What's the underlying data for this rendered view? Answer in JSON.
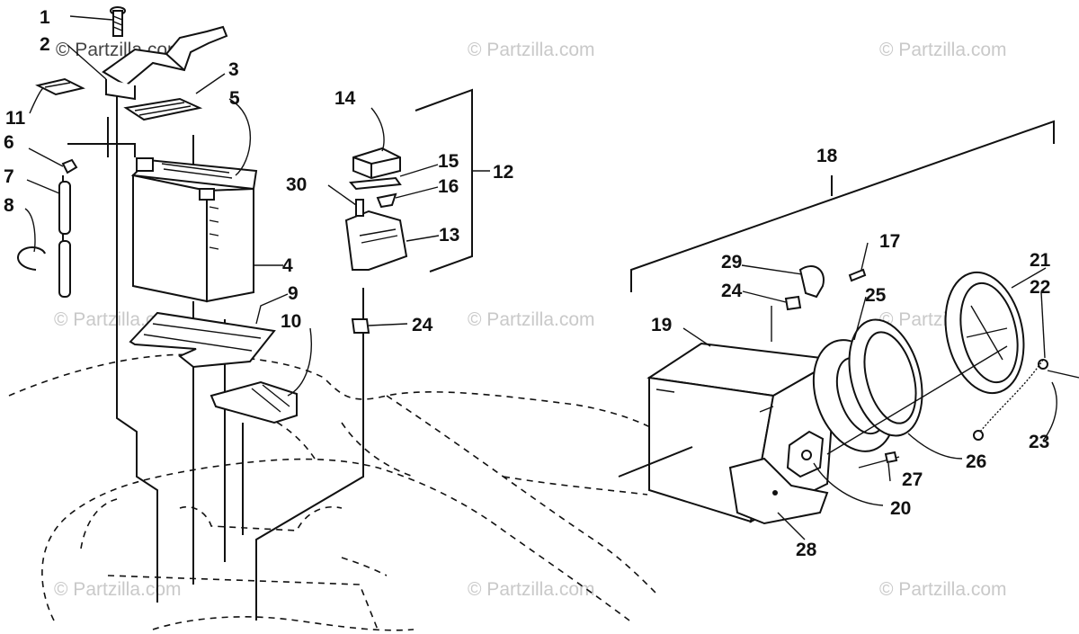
{
  "watermark": "© Partzilla.com",
  "callouts": [
    {
      "id": "c1",
      "label": "1"
    },
    {
      "id": "c2",
      "label": "2"
    },
    {
      "id": "c3",
      "label": "3"
    },
    {
      "id": "c4",
      "label": "4"
    },
    {
      "id": "c5",
      "label": "5"
    },
    {
      "id": "c6",
      "label": "6"
    },
    {
      "id": "c7",
      "label": "7"
    },
    {
      "id": "c8",
      "label": "8"
    },
    {
      "id": "c9",
      "label": "9"
    },
    {
      "id": "c10",
      "label": "10"
    },
    {
      "id": "c11",
      "label": "11"
    },
    {
      "id": "c12",
      "label": "12"
    },
    {
      "id": "c13",
      "label": "13"
    },
    {
      "id": "c14",
      "label": "14"
    },
    {
      "id": "c15",
      "label": "15"
    },
    {
      "id": "c16",
      "label": "16"
    },
    {
      "id": "c17",
      "label": "17"
    },
    {
      "id": "c18",
      "label": "18"
    },
    {
      "id": "c19",
      "label": "19"
    },
    {
      "id": "c20",
      "label": "20"
    },
    {
      "id": "c21",
      "label": "21"
    },
    {
      "id": "c22",
      "label": "22"
    },
    {
      "id": "c23",
      "label": "23"
    },
    {
      "id": "c24a",
      "label": "24"
    },
    {
      "id": "c24b",
      "label": "24"
    },
    {
      "id": "c25",
      "label": "25"
    },
    {
      "id": "c26",
      "label": "26"
    },
    {
      "id": "c27",
      "label": "27"
    },
    {
      "id": "c28",
      "label": "28"
    },
    {
      "id": "c29",
      "label": "29"
    },
    {
      "id": "c30",
      "label": "30"
    }
  ]
}
